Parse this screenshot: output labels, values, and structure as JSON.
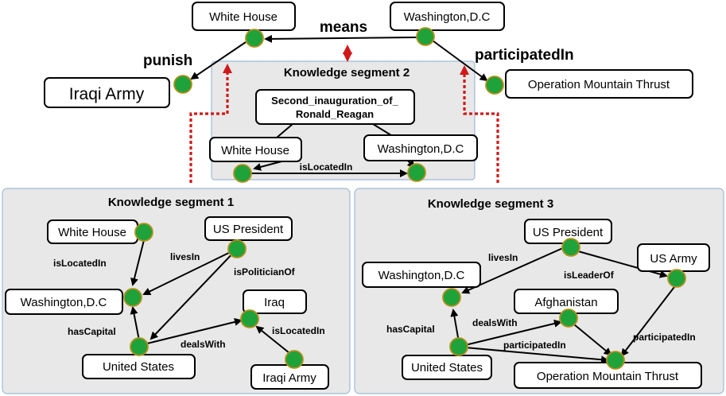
{
  "top": {
    "entities": {
      "white_house": "White House",
      "washington": "Washington,D.C",
      "iraqi_army": "Iraqi Army",
      "operation": "Operation Mountain Thrust"
    },
    "relations": {
      "means": "means",
      "punish": "punish",
      "participated_in": "participatedIn"
    }
  },
  "segment2": {
    "title": "Knowledge segment 2",
    "entities": {
      "reagan_line1": "Second_inauguration_of_",
      "reagan_line2": "Ronald_Reagan",
      "white_house": "White House",
      "washington": "Washington,D.C"
    },
    "relations": {
      "is_located_in": "isLocatedIn"
    }
  },
  "segment1": {
    "title": "Knowledge segment 1",
    "entities": {
      "white_house": "White House",
      "us_president": "US President",
      "washington": "Washington,D.C",
      "iraq": "Iraq",
      "united_states": "United States",
      "iraqi_army": "Iraqi Army"
    },
    "relations": {
      "is_located_in_1": "isLocatedIn",
      "lives_in": "livesIn",
      "is_politician_of": "isPoliticianOf",
      "has_capital": "hasCapital",
      "deals_with": "dealsWith",
      "is_located_in_2": "isLocatedIn"
    }
  },
  "segment3": {
    "title": "Knowledge segment 3",
    "entities": {
      "us_president": "US President",
      "us_army": "US Army",
      "washington": "Washington,D.C",
      "afghanistan": "Afghanistan",
      "united_states": "United States",
      "operation": "Operation Mountain Thrust"
    },
    "relations": {
      "lives_in": "livesIn",
      "is_leader_of": "isLeaderOf",
      "has_capital": "hasCapital",
      "deals_with": "dealsWith",
      "participated_in_1": "participatedIn",
      "participated_in_2": "participatedIn"
    }
  },
  "colors": {
    "node_fill": "#1fa23a",
    "node_stroke": "#b7901c",
    "dashed_arrow": "#d01818",
    "panel_fill": "#e8e8e8",
    "panel_border": "#9dbbd8"
  }
}
